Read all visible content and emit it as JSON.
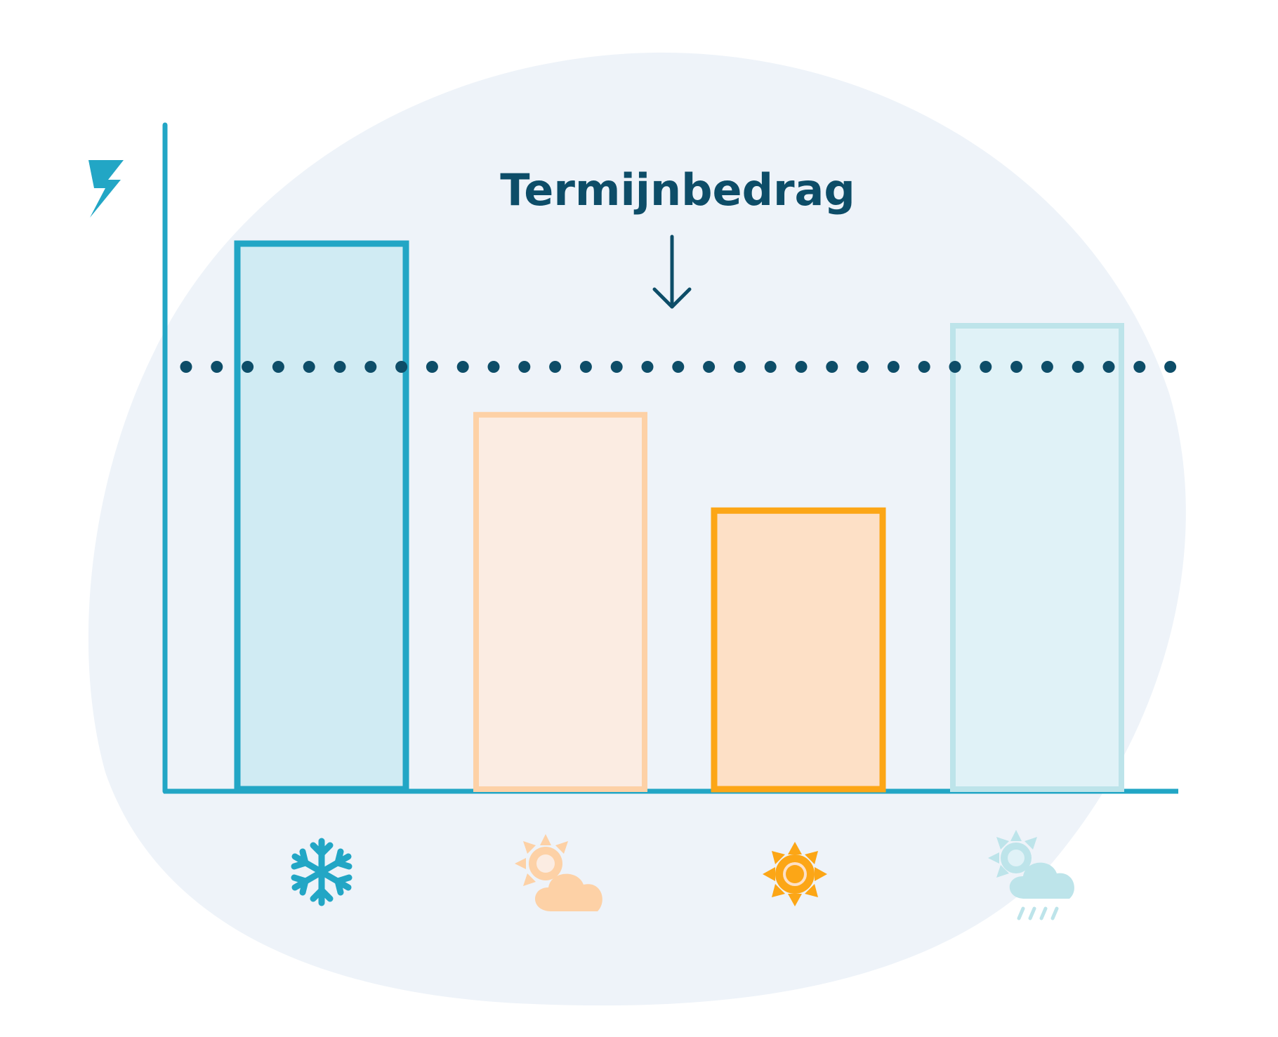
{
  "chart_data": {
    "type": "bar",
    "title": "",
    "xlabel": "",
    "ylabel": "",
    "categories": [
      "winter",
      "spring",
      "summer",
      "autumn"
    ],
    "values": [
      80,
      55,
      41,
      68
    ],
    "ylim": [
      0,
      100
    ],
    "grid": false,
    "legend": "none",
    "reference_line": {
      "label": "Termijnbedrag",
      "value": 62,
      "style": "dotted"
    },
    "bar_styles": [
      {
        "stroke": "#22a6c5",
        "fill": "#d0ebf3"
      },
      {
        "stroke": "#fdd1a6",
        "fill": "#fbece2"
      },
      {
        "stroke": "#fca616",
        "fill": "#fde0c6"
      },
      {
        "stroke": "#bde4ea",
        "fill": "#e0f2f7"
      }
    ],
    "category_icons": [
      "snowflake-icon",
      "sun-behind-cloud-icon",
      "sun-icon",
      "sun-cloud-rain-icon"
    ],
    "y_axis_icon": "lightning-bolt-icon",
    "colors": {
      "axis": "#22a6c5",
      "reference": "#0d4d68",
      "blob": "#eef3f9",
      "snow": "#22a6c5",
      "partly": "#fdd1a6",
      "sun": "#fca616",
      "rain": "#bde4ea"
    }
  }
}
